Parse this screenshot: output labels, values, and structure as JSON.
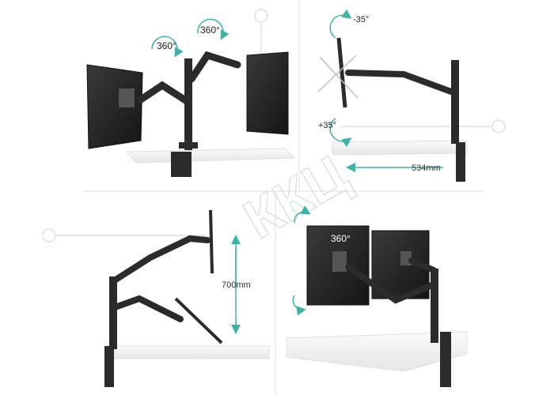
{
  "labels": {
    "rotate_left": "360°",
    "rotate_right": "360°",
    "tilt_minus": "-35°",
    "tilt_plus": "+35°",
    "extension": "534mm",
    "height": "700mm",
    "screen_rotate": "360°"
  },
  "colors": {
    "arrow": "#3bb3a8",
    "metal": "#2b2b2b",
    "desk": "#f2f2f2",
    "grid": "#d8d8d8",
    "watermark": "#d9e5ea"
  },
  "icons": [
    "rotate-arrow-icon",
    "double-arrow-icon",
    "left-arrow-icon"
  ]
}
